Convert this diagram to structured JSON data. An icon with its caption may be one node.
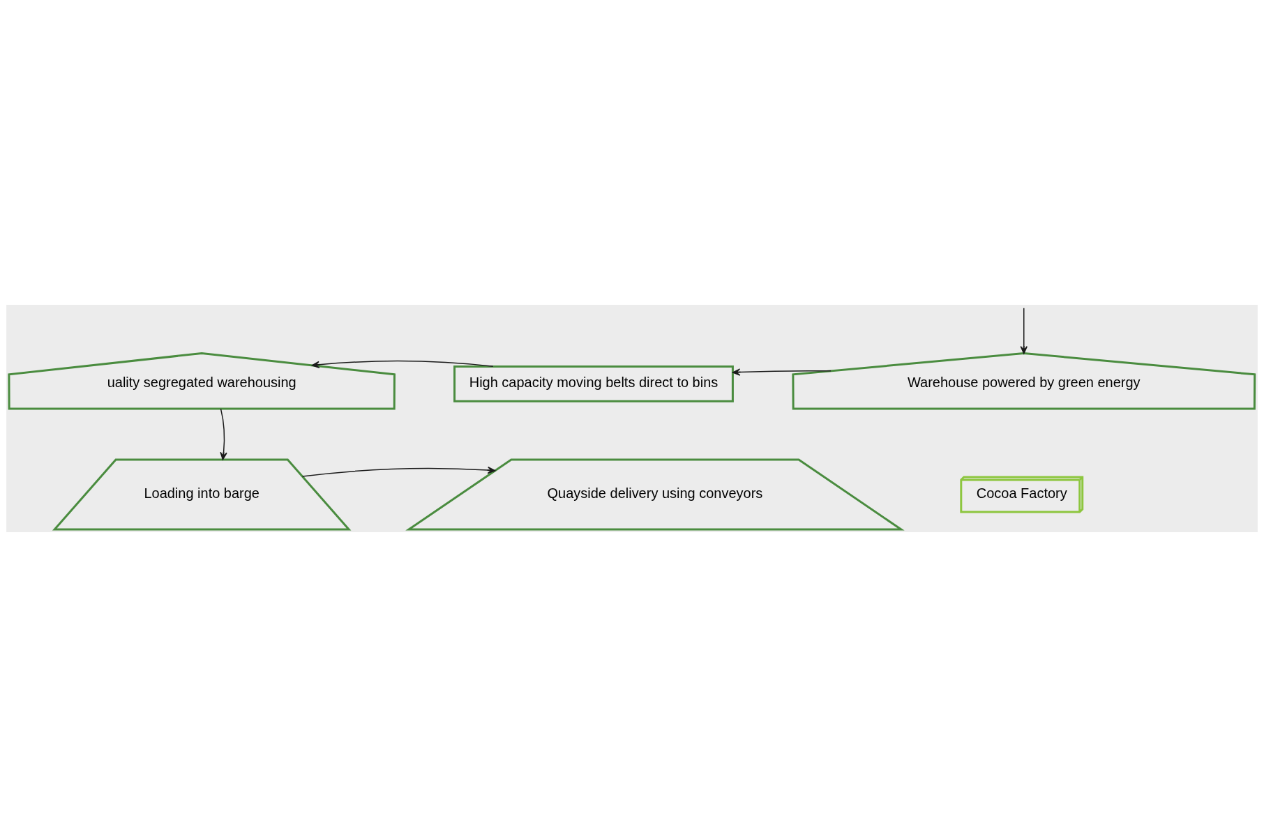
{
  "diagram": {
    "nodes": [
      {
        "text": [
          "Warehouse powered by green energy"
        ]
      },
      {
        "text": [
          "High capacity moving belts direct to bins"
        ]
      },
      {
        "text": [
          "uality segregated warehousing"
        ]
      },
      {
        "text": [
          "Loading into barge"
        ]
      },
      {
        "text": [
          "Quayside delivery using conveyors"
        ]
      },
      {
        "text": [
          "Cocoa Factory"
        ]
      }
    ],
    "edges": [
      {
        "from": null,
        "to": 0,
        "arrow": "to"
      },
      {
        "from": 0,
        "to": 1,
        "arrow": "to"
      },
      {
        "from": 1,
        "to": 2,
        "arrow": "to"
      },
      {
        "from": 2,
        "to": 3,
        "arrow": "to"
      },
      {
        "from": 3,
        "to": 4,
        "arrow": "to"
      }
    ]
  }
}
